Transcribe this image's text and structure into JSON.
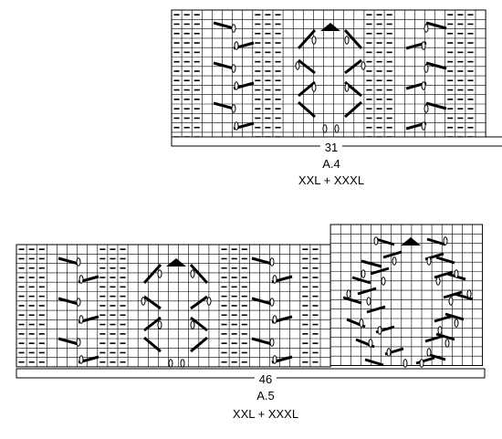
{
  "charts": [
    {
      "id": "a4",
      "stitch_count": "31",
      "name": "A.4",
      "sizes": "XXL + XXXL",
      "columns": 31,
      "rows": 14
    },
    {
      "id": "a5",
      "stitch_count": "46",
      "name": "A.5",
      "sizes": "XXL + XXXL",
      "columns": 46,
      "rows": 16,
      "raised_block_rows": 2,
      "raised_block_columns": 15
    }
  ],
  "symbols": {
    "purl": "dash",
    "cable_cross": "thick slanted bar",
    "cable_loop": "open oval",
    "decrease": "black triangle"
  },
  "colors": {
    "grid": "#000000",
    "background": "#ffffff"
  }
}
